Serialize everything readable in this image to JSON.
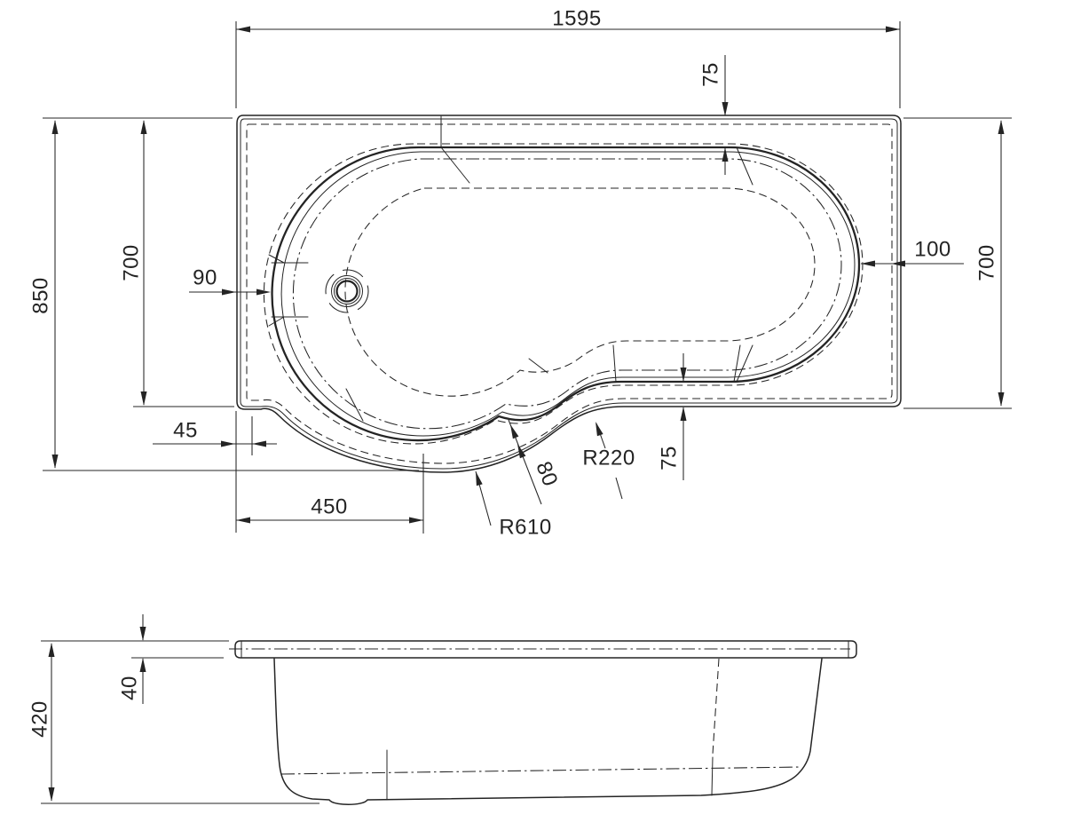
{
  "drawing": {
    "type": "technical-dimension-drawing",
    "subject": "p-shaped-shower-bath",
    "colors": {
      "background": "#ffffff",
      "line": "#242424"
    },
    "top_view": {
      "dimensions": {
        "length": "1595",
        "rim_top": "75",
        "overall_width": "850",
        "inner_width_left": "700",
        "rim_left": "90",
        "corner_step": "45",
        "bulge_offset": "450",
        "radius_inner": "R610",
        "channel_width": "80",
        "radius_outer": "R220",
        "rim_bottom": "75",
        "rim_right": "100",
        "inner_width_right": "700"
      }
    },
    "side_view": {
      "dimensions": {
        "rim_thickness": "40",
        "overall_height": "420"
      }
    }
  }
}
